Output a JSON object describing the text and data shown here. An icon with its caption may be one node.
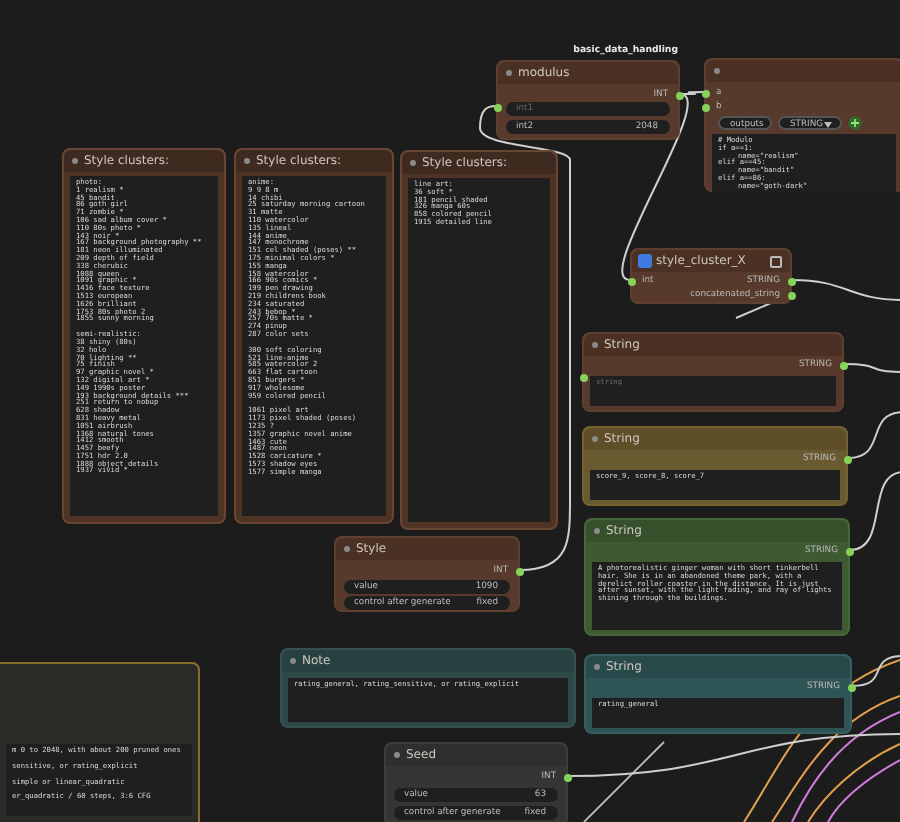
{
  "diagram": {
    "nodes": [
      {
        "text": [
          "modulus",
          "INT",
          "int1",
          "int2",
          "2048"
        ],
        "beside": [
          "basic_data_handling"
        ]
      },
      {
        "text": [
          "a",
          "b",
          "outputs",
          "STRING",
          "# Modulo",
          "if a==1:",
          "name=\"realism\"",
          "elif a==45:",
          "name=\"bandit\"",
          "elif a==86:",
          "name=\"goth-dark\""
        ]
      },
      {
        "text": [
          "Style clusters:",
          "photo:",
          "1 realism *",
          "45 bandit",
          "86 goth girl",
          "71 zombie *",
          "106 sad album cover *",
          "110 80s photo *",
          "143 noir *",
          "167 background photography **",
          "181 neon illuminated",
          "209 depth of field",
          "338 cherubic",
          "1088 queen",
          "1091 graphic *",
          "1416 face texture",
          "1513 european",
          "1626 brilliant",
          "1753 80s photo 2",
          "1855 sunny morning",
          "semi-realistic:",
          "38 shiny (80s)",
          "32 holo",
          "70 lighting **",
          "75 finish",
          "97 graphic novel *",
          "132 digital art *",
          "149 1990s poster",
          "193 background details ***",
          "251 return to nobup",
          "628 shadow",
          "831 heavy metal",
          "1051 airbrush",
          "1368 natural tones",
          "1412 smooth",
          "1457 beefy",
          "1751 hdr 2.0",
          "1888 object details",
          "1937 vivid *"
        ]
      },
      {
        "text": [
          "Style clusters:",
          "anime:",
          "9 9 8 m",
          "14 chibi",
          "25 saturday morning cartoon",
          "31 matte",
          "110 watercolor",
          "135 lineal",
          "144 anime",
          "147 monochrome",
          "151 cel shaded (poses) **",
          "175 minimal colors *",
          "155 manga",
          "158 watercolor",
          "166 90s comics *",
          "199 pen drawing",
          "219 childrens book",
          "234 saturated",
          "243 bebop *",
          "257 70s matte *",
          "274 pinup",
          "287 color sets",
          "300 soft coloring",
          "521 line-anime",
          "585 watercolor 2",
          "663 flat cartoon",
          "851 burgers *",
          "917 wholesome",
          "959 colored pencil",
          "1061 pixel art",
          "1173 pixel shaded (poses)",
          "1235 ?",
          "1357 graphic novel anime",
          "1463 cute",
          "1487 neon",
          "1528 caricature *",
          "1573 shadow eyes",
          "1577 simple manga"
        ]
      },
      {
        "text": [
          "Style clusters:",
          "line art:",
          "36 soft *",
          "181 pencil shaded",
          "326 manga 60s",
          "858 colored pencil",
          "1915 detailed line"
        ]
      },
      {
        "text": [
          "style_cluster_X",
          "int",
          "STRING",
          "concatenated_string"
        ]
      },
      {
        "text": [
          "String",
          "STRING",
          "string"
        ]
      },
      {
        "text": [
          "String",
          "STRING",
          "score_9, score_8, score_7"
        ]
      },
      {
        "text": [
          "String",
          "STRING",
          "A photorealistic ginger woman with short tinkerbell hair.  She is in an abandoned theme park, with a derelict roller coaster in the distance.  It is just after sunset, with the light fading, and ray of lights shining through the buildings."
        ]
      },
      {
        "text": [
          "Style",
          "INT",
          "value",
          "1090",
          "control after generate",
          "fixed"
        ]
      },
      {
        "text": [
          "Note",
          "rating_general, rating_sensitive, or rating_explicit"
        ]
      },
      {
        "text": [
          "String",
          "STRING",
          "rating_general"
        ]
      },
      {
        "text": [
          "m 0 to 2048, with about 200 pruned ones",
          "sensitive, or rating_explicit",
          "simple or linear_quadratic",
          "er_quadratic / 60 steps, 3:6 CFG"
        ]
      },
      {
        "text": [
          "Seed",
          "INT",
          "value",
          "63",
          "control after generate",
          "fixed"
        ]
      }
    ],
    "edges": [
      {
        "from": 9,
        "to": 0,
        "arrow": "none"
      },
      {
        "from": 0,
        "to": 1,
        "arrow": "none"
      },
      {
        "from": 0,
        "to": 5,
        "arrow": "none"
      },
      {
        "from": 5,
        "to": null,
        "arrow": "none"
      },
      {
        "from": 5,
        "to": null,
        "arrow": "none"
      },
      {
        "from": 6,
        "to": null,
        "arrow": "none"
      },
      {
        "from": 7,
        "to": null,
        "arrow": "none"
      },
      {
        "from": 8,
        "to": null,
        "arrow": "none"
      },
      {
        "from": 11,
        "to": null,
        "arrow": "none"
      },
      {
        "from": 13,
        "to": null,
        "arrow": "none"
      }
    ]
  }
}
